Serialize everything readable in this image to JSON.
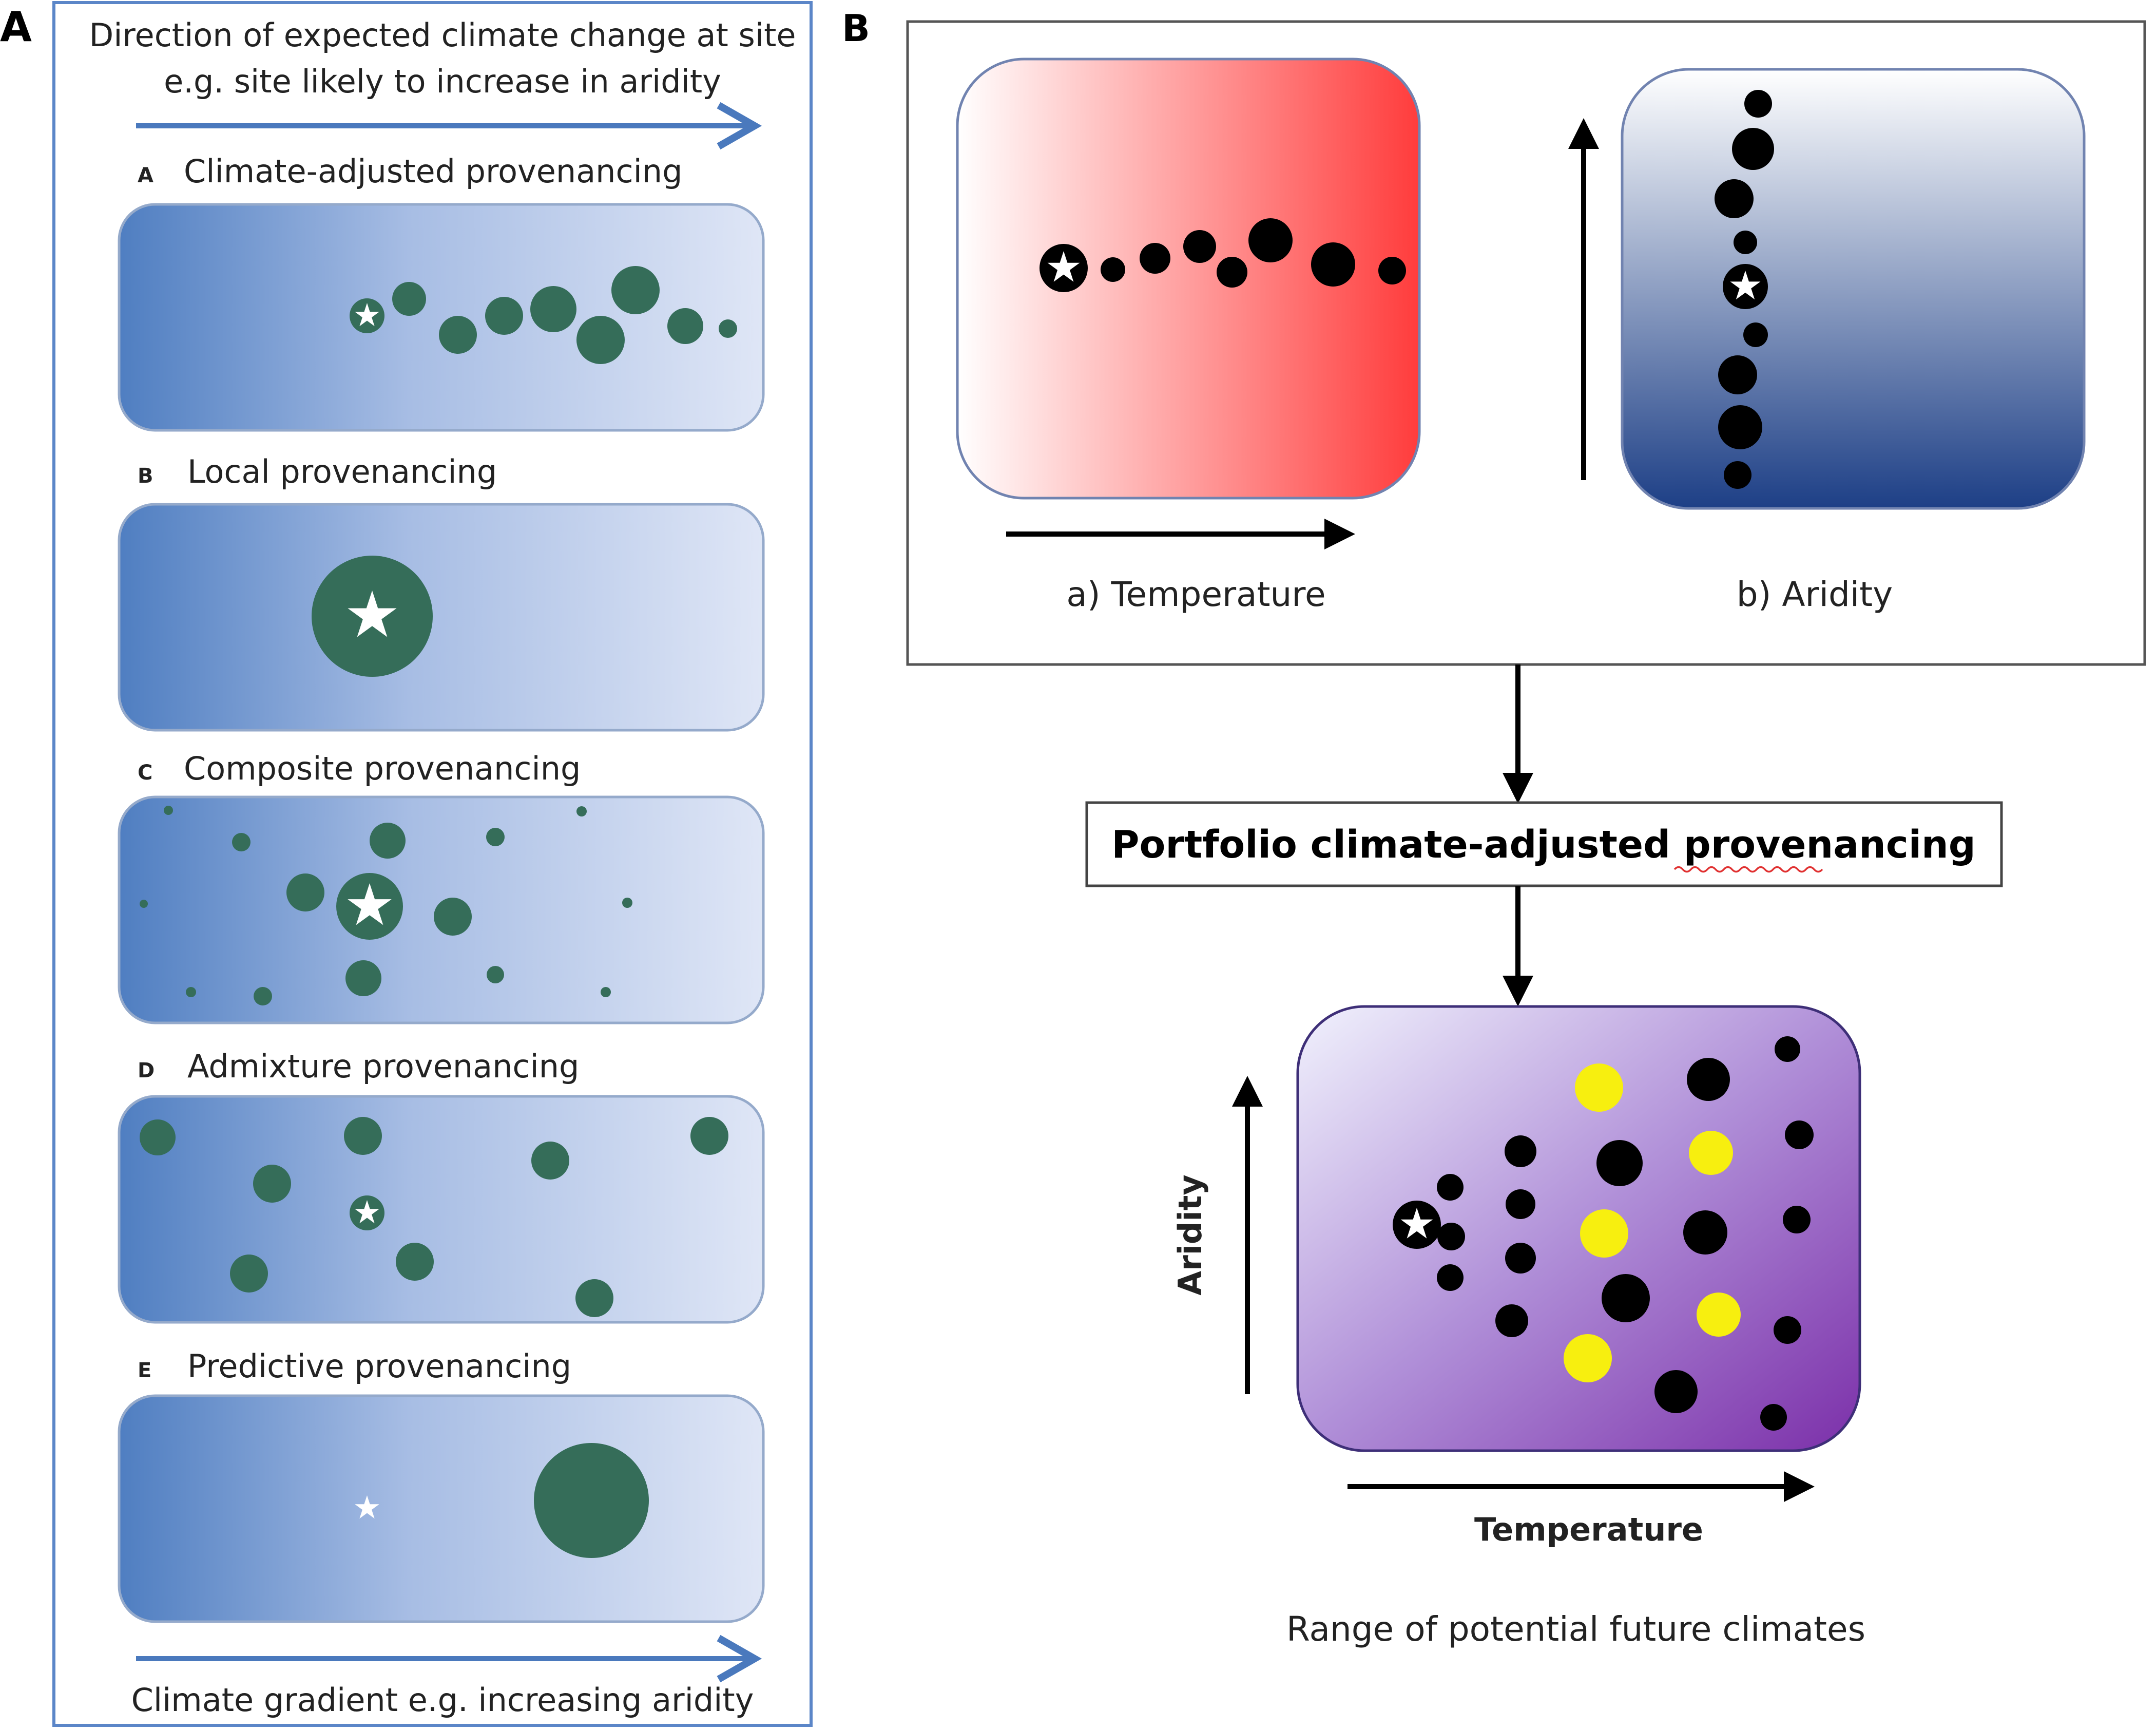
{
  "colors": {
    "accent_blue": "#4a79bd",
    "frame_blue": "#5b86c8",
    "box_outline": "#95aacb",
    "green": "#356d59",
    "yellow": "#f7ef0f",
    "red": "#ff3c3c",
    "navy": "#1d3f86",
    "purple": "#7b2fa9"
  },
  "panel_a": {
    "letter": "A",
    "header_line1": "Direction of expected climate change at site",
    "header_line2": "e.g. site likely to increase in aridity",
    "footer": "Climate gradient e.g. increasing aridity",
    "strategies": [
      {
        "letter": "A",
        "label": "Climate-adjusted  provenancing"
      },
      {
        "letter": "B",
        "label": "Local provenancing"
      },
      {
        "letter": "C",
        "label": "Composite provenancing"
      },
      {
        "letter": "D",
        "label": "Admixture provenancing"
      },
      {
        "letter": "E",
        "label": "Predictive provenancing"
      }
    ]
  },
  "panel_b": {
    "letter": "B",
    "temperature_caption": "a) Temperature",
    "aridity_caption": "b) Aridity",
    "portfolio_label": "Portfolio climate-adjusted provenancing",
    "result_ylabel": "Aridity",
    "result_xlabel": "Temperature",
    "result_caption": "Range of potential future climates"
  }
}
